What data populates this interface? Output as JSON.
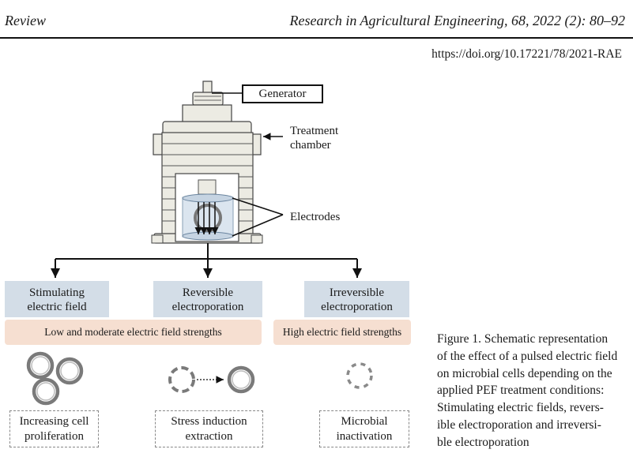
{
  "header": {
    "section": "Review",
    "journal": "Research in Agricultural Engineering, 68, 2022 (2): 80–92",
    "doi": "https://doi.org/10.17221/78/2021-RAE"
  },
  "figure": {
    "generator_label": "Generator",
    "chamber_label_line1": "Treatment",
    "chamber_label_line2": "chamber",
    "electrodes_label": "Electrodes",
    "branches": [
      {
        "line1": "Stimulating",
        "line2": "electric field",
        "outcome_line1": "Increasing cell",
        "outcome_line2": "proliferation"
      },
      {
        "line1": "Reversible",
        "line2": "electroporation",
        "outcome_line1": "Stress induction",
        "outcome_line2": "extraction"
      },
      {
        "line1": "Irreversible",
        "line2": "electroporation",
        "outcome_line1": "Microbial",
        "outcome_line2": "inactivation"
      }
    ],
    "strength_low": "Low and moderate electric field strengths",
    "strength_high": "High electric field strengths",
    "colors": {
      "box_fill": "#d3dde7",
      "strength_fill": "#f6dfd1",
      "ring": "#7a7a7a"
    }
  },
  "caption": {
    "lines": [
      "Figure 1. Schematic representation",
      "of the effect of a pulsed electric field",
      "on microbial cells depending on the",
      "applied PEF treatment conditions:",
      "Stimulating electric fields, revers-",
      "ible electroporation and irreversi-",
      "ble electroporation"
    ]
  }
}
